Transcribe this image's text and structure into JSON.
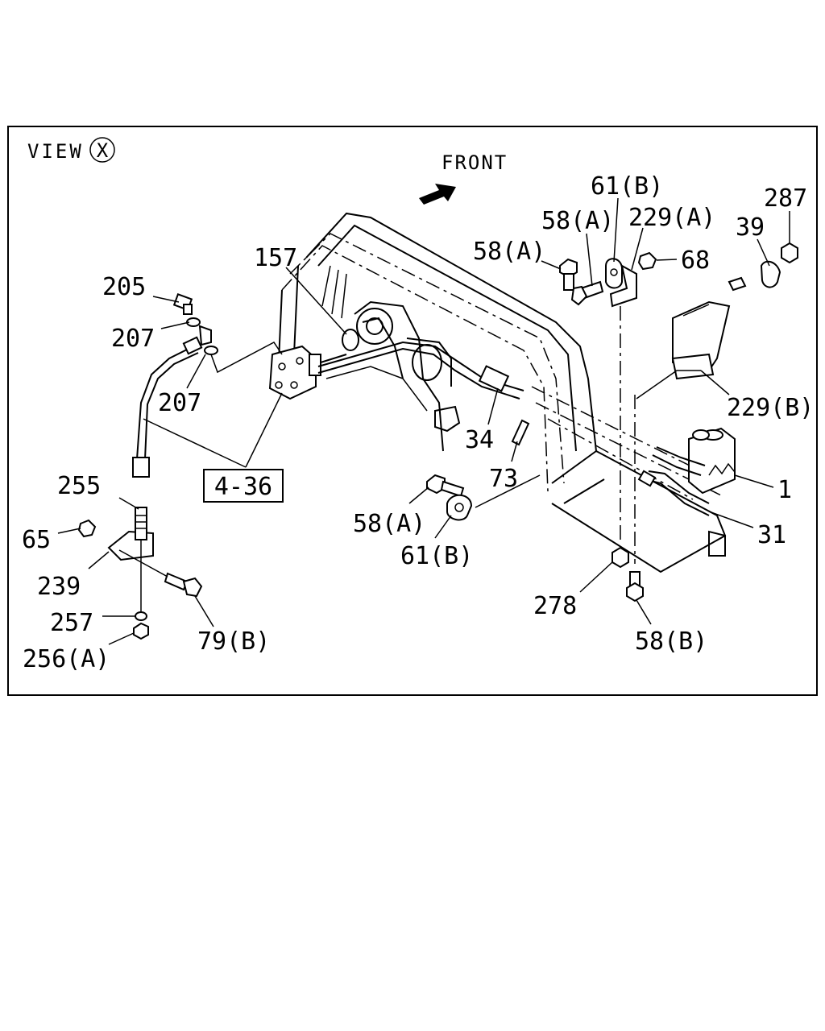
{
  "view": {
    "prefix": "VIEW",
    "circled": "X"
  },
  "direction": "FRONT",
  "ref_box": "4-36",
  "labels": {
    "p157": "157",
    "p205": "205",
    "p207a": "207",
    "p207b": "207",
    "p255": "255",
    "p65": "65",
    "p239": "239",
    "p257": "257",
    "p256a": "256(A)",
    "p79b": "79(B)",
    "p34": "34",
    "p73": "73",
    "p58a_mid": "58(A)",
    "p61b_mid": "61(B)",
    "p58a_top1": "58(A)",
    "p58a_top2": "58(A)",
    "p61b_top": "61(B)",
    "p229a": "229(A)",
    "p68": "68",
    "p39": "39",
    "p287": "287",
    "p229b": "229(B)",
    "p1": "1",
    "p31": "31",
    "p278": "278",
    "p58b": "58(B)"
  }
}
